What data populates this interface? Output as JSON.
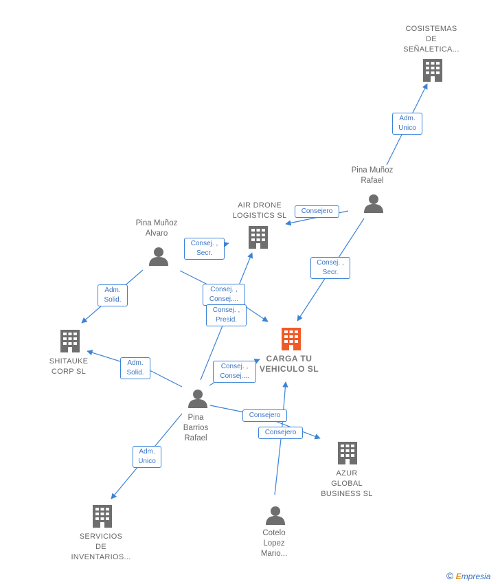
{
  "nodes": {
    "cosistemas": {
      "label": "COSISTEMAS\nDE\nSEÑALETICA...",
      "kind": "company"
    },
    "pina_rafael": {
      "label": "Pina Muñoz\nRafael",
      "kind": "person"
    },
    "air_drone": {
      "label": "AIR DRONE\nLOGISTICS  SL",
      "kind": "company"
    },
    "pina_alvaro": {
      "label": "Pina Muñoz\nAlvaro",
      "kind": "person"
    },
    "carga": {
      "label": "CARGA TU\nVEHICULO  SL",
      "kind": "company-main"
    },
    "shitauke": {
      "label": "SHITAUKE\nCORP  SL",
      "kind": "company"
    },
    "pina_barrios": {
      "label": "Pina\nBarrios\nRafael",
      "kind": "person"
    },
    "azur": {
      "label": "AZUR\nGLOBAL\nBUSINESS  SL",
      "kind": "company"
    },
    "servicios": {
      "label": "SERVICIOS\nDE\nINVENTARIOS...",
      "kind": "company"
    },
    "cotelo": {
      "label": "Cotelo\nLopez\nMario...",
      "kind": "person"
    }
  },
  "edges": {
    "e1": "Adm.\nUnico",
    "e2": "Consejero",
    "e3": "Consej. ,\nSecr.",
    "e4": "Consej. ,\nSecr.",
    "e5": "Adm.\nSolid.",
    "e6": "Consej. ,\nConsej....",
    "e7": "Consej. ,\nPresid.",
    "e8": "Adm.\nSolid.",
    "e9": "Consej. ,\nConsej....",
    "e10": "Consejero",
    "e11": "Consejero",
    "e12": "Adm.\nUnico"
  },
  "colors": {
    "edge": "#3b82d6",
    "icon": "#6e6e6e",
    "main_icon": "#f05a28"
  },
  "footer": {
    "copyright": "©",
    "brand_initial": "E",
    "brand_rest": "mpresia"
  }
}
